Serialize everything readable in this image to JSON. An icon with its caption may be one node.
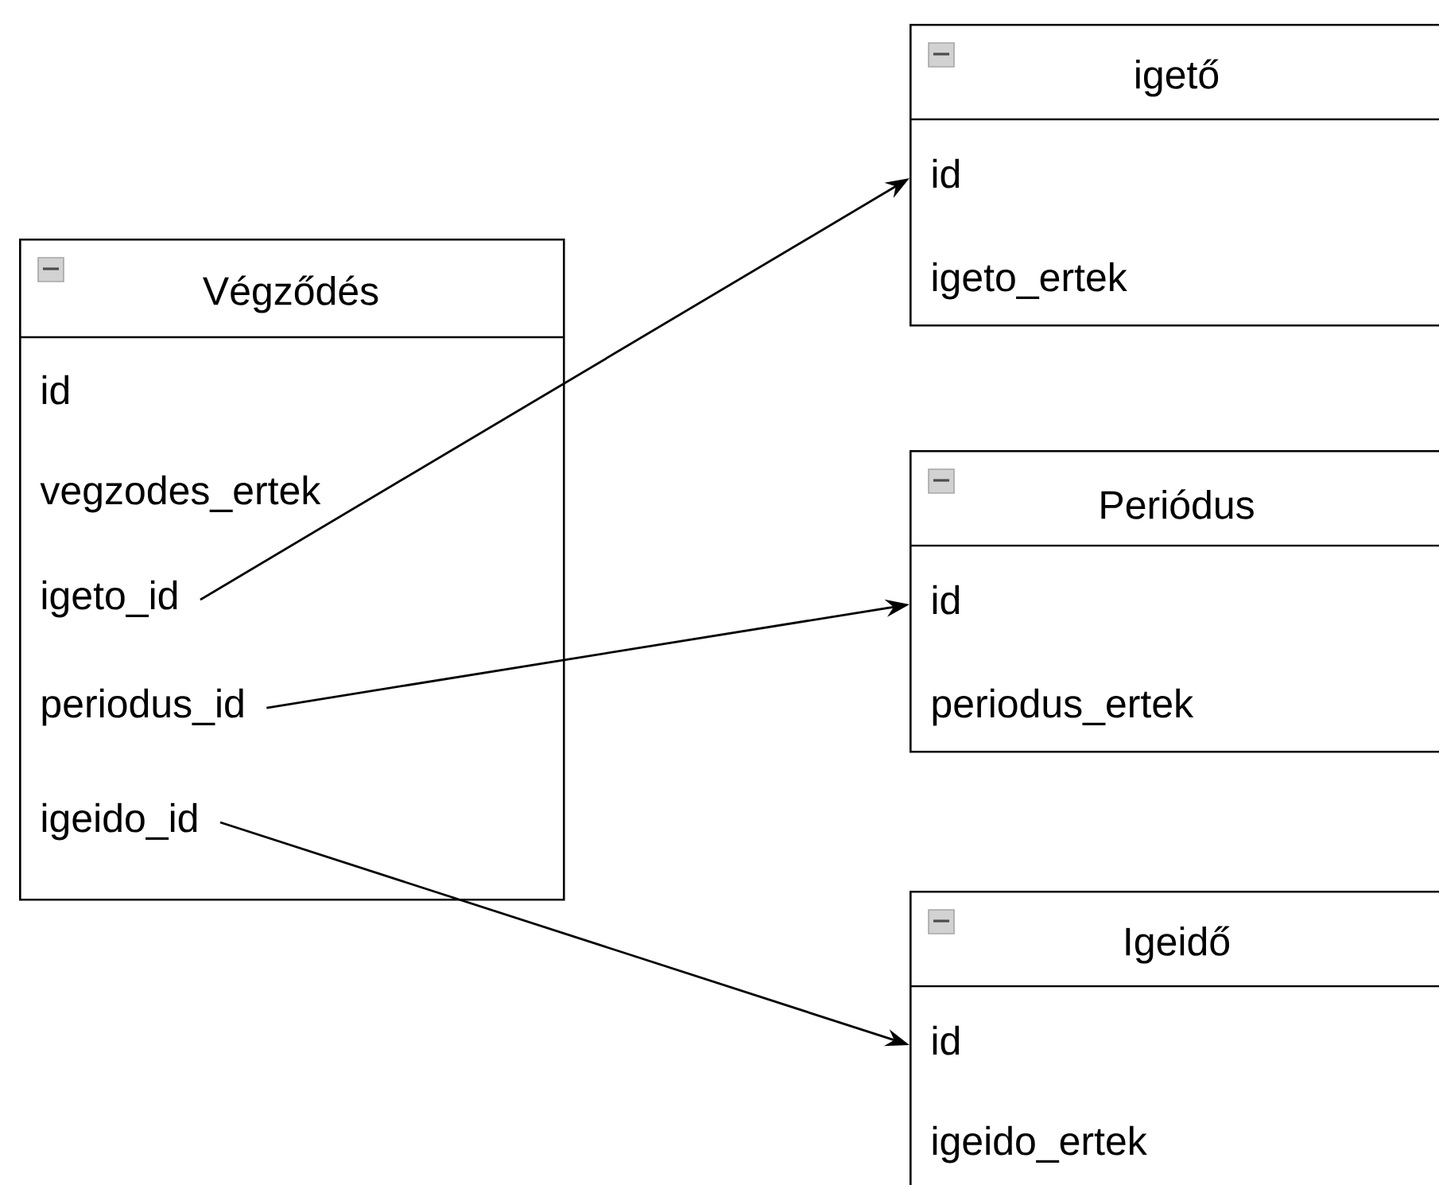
{
  "diagram": {
    "nodes": [
      {
        "text": [
          "Végződés"
        ]
      },
      {
        "text": [
          "id"
        ],
        "in": 0
      },
      {
        "text": [
          "vegzodes_ertek"
        ],
        "in": 0
      },
      {
        "text": [
          "igeto_id"
        ],
        "in": 0
      },
      {
        "text": [
          "periodus_id"
        ],
        "in": 0
      },
      {
        "text": [
          "igeido_id"
        ],
        "in": 0
      },
      {
        "text": [
          "igető"
        ]
      },
      {
        "text": [
          "id"
        ],
        "in": 6
      },
      {
        "text": [
          "igeto_ertek"
        ],
        "in": 6
      },
      {
        "text": [
          "Periódus"
        ]
      },
      {
        "text": [
          "id"
        ],
        "in": 9
      },
      {
        "text": [
          "periodus_ertek"
        ],
        "in": 9
      },
      {
        "text": [
          "Igeidő"
        ]
      },
      {
        "text": [
          "id"
        ],
        "in": 12
      },
      {
        "text": [
          "igeido_ertek"
        ],
        "in": 12
      }
    ],
    "edges": [
      {
        "from": 3,
        "to": 7,
        "arrow": "to"
      },
      {
        "from": 4,
        "to": 10,
        "arrow": "to"
      },
      {
        "from": 5,
        "to": 13,
        "arrow": "to"
      }
    ]
  }
}
